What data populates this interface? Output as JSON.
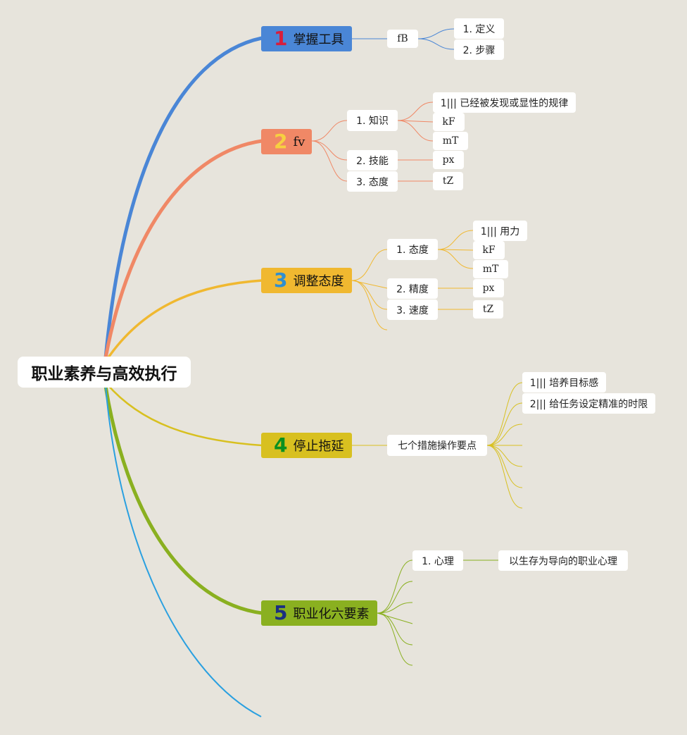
{
  "root": {
    "label": "职业素养与高效执行"
  },
  "colors": {
    "b1": "#4a86d6",
    "b2": "#f08866",
    "b3": "#f0b830",
    "b4": "#d8c020",
    "b5": "#8ab020",
    "b6": "#2aa0e0",
    "n1": "#d81e3c",
    "n2": "#f7d040",
    "n3": "#2f8fd0",
    "n4": "#0a9020",
    "n5": "#1a2f80"
  },
  "branches": [
    {
      "num": "1",
      "label": "掌握工具"
    },
    {
      "num": "2",
      "label": "fv"
    },
    {
      "num": "3",
      "label": "调整态度"
    },
    {
      "num": "4",
      "label": "停止拖延"
    },
    {
      "num": "5",
      "label": "职业化六要素"
    }
  ],
  "nodes": {
    "b1_fb": "fB",
    "b1_def": "1. 定义",
    "b1_steps": "2. 步骤",
    "b2_knowledge": "1. 知识",
    "b2_skill": "2. 技能",
    "b2_attitude": "3. 态度",
    "b2_k1": "1||| 已经被发现或显性的规律",
    "b2_k2": "kF",
    "b2_k3": "mT",
    "b2_s1": "px",
    "b2_a1": "tZ",
    "b3_attitude": "1. 态度",
    "b3_precision": "2. 精度",
    "b3_speed": "3. 速度",
    "b3_a1": "1||| 用力",
    "b3_a2": "kF",
    "b3_a3": "mT",
    "b3_p1": "px",
    "b3_s1": "tZ",
    "b4_measures": "七个措施操作要点",
    "b4_m1": "1||| 培养目标感",
    "b4_m2": "2||| 给任务设定精准的时限",
    "b5_psych": "1. 心理",
    "b5_p1": "以生存为导向的职业心理"
  }
}
